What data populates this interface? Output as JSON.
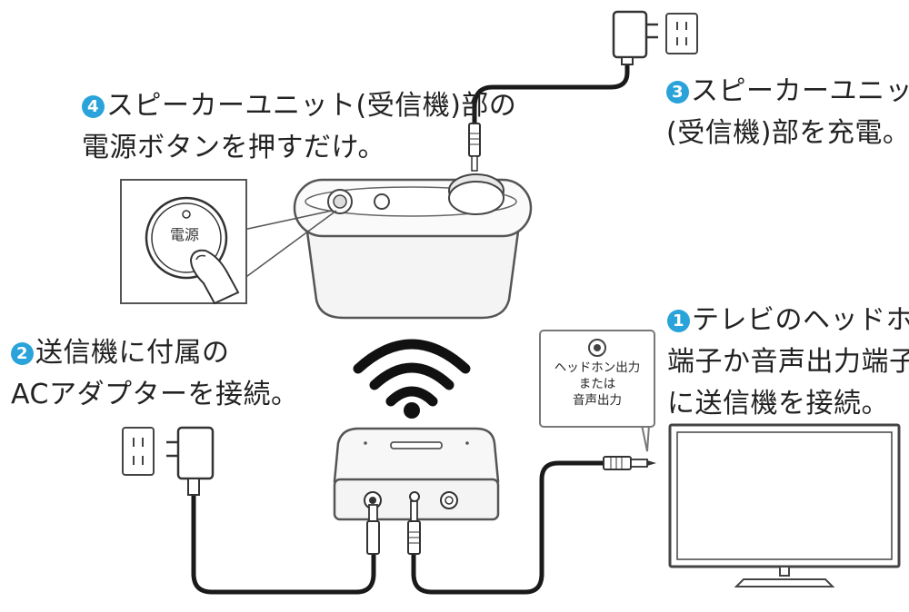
{
  "steps": {
    "step1": {
      "number": "1",
      "line1": "テレビのヘッドホン",
      "line2": "端子か音声出力端子",
      "line3": "に送信機を接続。"
    },
    "step2": {
      "number": "2",
      "line1": "送信機に付属の",
      "line2": "ACアダプターを接続。"
    },
    "step3": {
      "number": "3",
      "line1": "スピーカーユニット",
      "line2": "(受信機)部を充電。"
    },
    "step4": {
      "number": "4",
      "line1": "スピーカーユニット(受信機)部の",
      "line2": "電源ボタンを押すだけ。"
    }
  },
  "callout": {
    "line1": "ヘッドホン出力",
    "line2": "または",
    "line3": "音声出力"
  },
  "power_button_label": "電源",
  "colors": {
    "badge": "#29a3d9",
    "line": "#222222",
    "device_fill": "#f4f4f4",
    "device_stroke": "#555555"
  }
}
